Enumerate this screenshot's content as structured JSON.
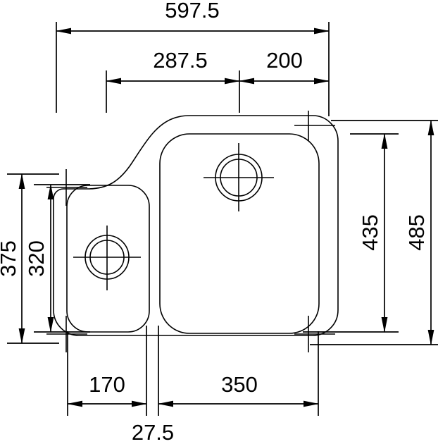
{
  "drawing": {
    "title": "Undermount double-bowl sink dimension drawing",
    "units": "mm",
    "line_color": "#000000",
    "background_color": "#ffffff"
  },
  "dimensions": {
    "overall_width": "597.5",
    "left_segment_width": "287.5",
    "right_segment_width": "200",
    "small_bowl_outer_height": "375",
    "small_bowl_inner_height": "320",
    "large_bowl_inner_height": "435",
    "overall_height": "485",
    "small_bowl_width": "170",
    "divider_width": "27.5",
    "large_bowl_width": "350"
  },
  "labels": {
    "top_overall": "597.5",
    "top_left": "287.5",
    "top_right": "200",
    "left_outer": "375",
    "left_inner": "320",
    "right_inner": "435",
    "right_outer": "485",
    "bottom_left": "170",
    "bottom_center": "27.5",
    "bottom_right": "350"
  },
  "features": {
    "small_bowl_drain": "drain-circle",
    "large_bowl_drain": "drain-circle",
    "sink_outline": "sink-outer-contour"
  }
}
